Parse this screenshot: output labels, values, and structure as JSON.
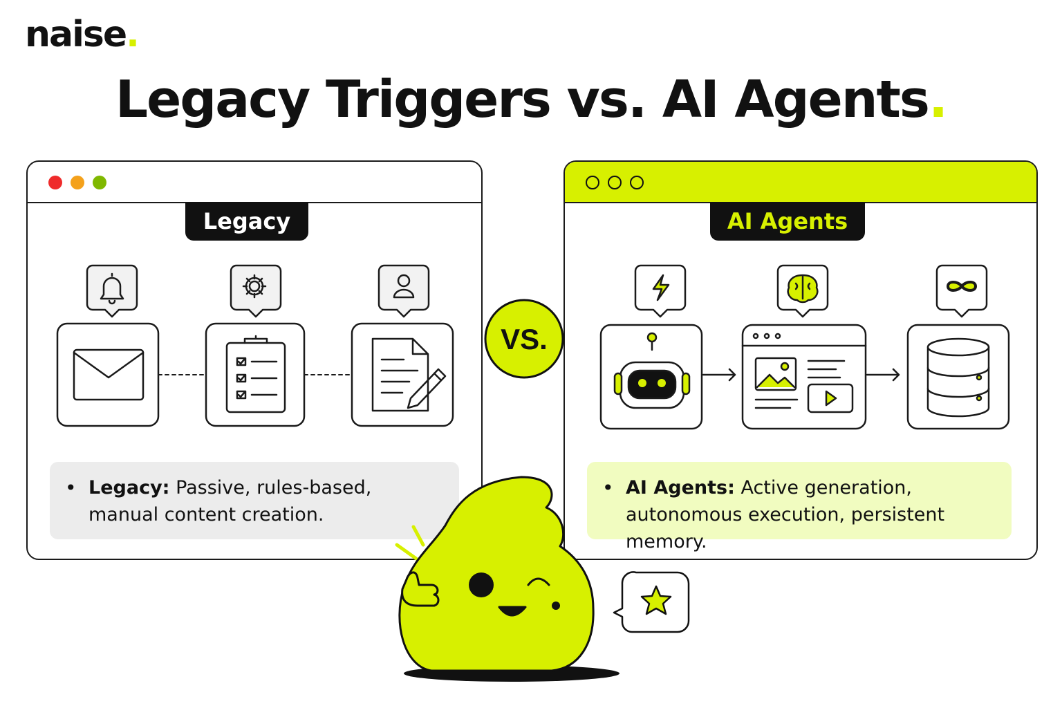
{
  "brand": {
    "name": "naise",
    "dot": "."
  },
  "title": {
    "text": "Legacy Triggers vs. AI Agents",
    "dot": "."
  },
  "vs_badge": "VS.",
  "legacy": {
    "tag": "Legacy",
    "window_dots": [
      "#ef2b2b",
      "#f4a11b",
      "#7fb800"
    ],
    "callout_icons": [
      "bell-icon",
      "gear-icon",
      "user-icon"
    ],
    "card_icons": [
      "envelope-icon",
      "checklist-icon",
      "document-edit-icon"
    ],
    "note_label": "Legacy:",
    "note_text": "Passive, rules-based, manual content creation."
  },
  "ai": {
    "tag": "AI Agents",
    "callout_icons": [
      "lightning-icon",
      "brain-icon",
      "infinity-icon"
    ],
    "card_icons": [
      "robot-icon",
      "media-window-icon",
      "database-icon"
    ],
    "note_label": "AI Agents:",
    "note_text": "Active generation, autonomous execution, persistent memory."
  },
  "mascot": {
    "speech_icon": "star-icon"
  },
  "colors": {
    "accent": "#d7f000",
    "ink": "#111111",
    "legacy_note_bg": "#ececec",
    "ai_note_bg": "#f1fcc0"
  }
}
